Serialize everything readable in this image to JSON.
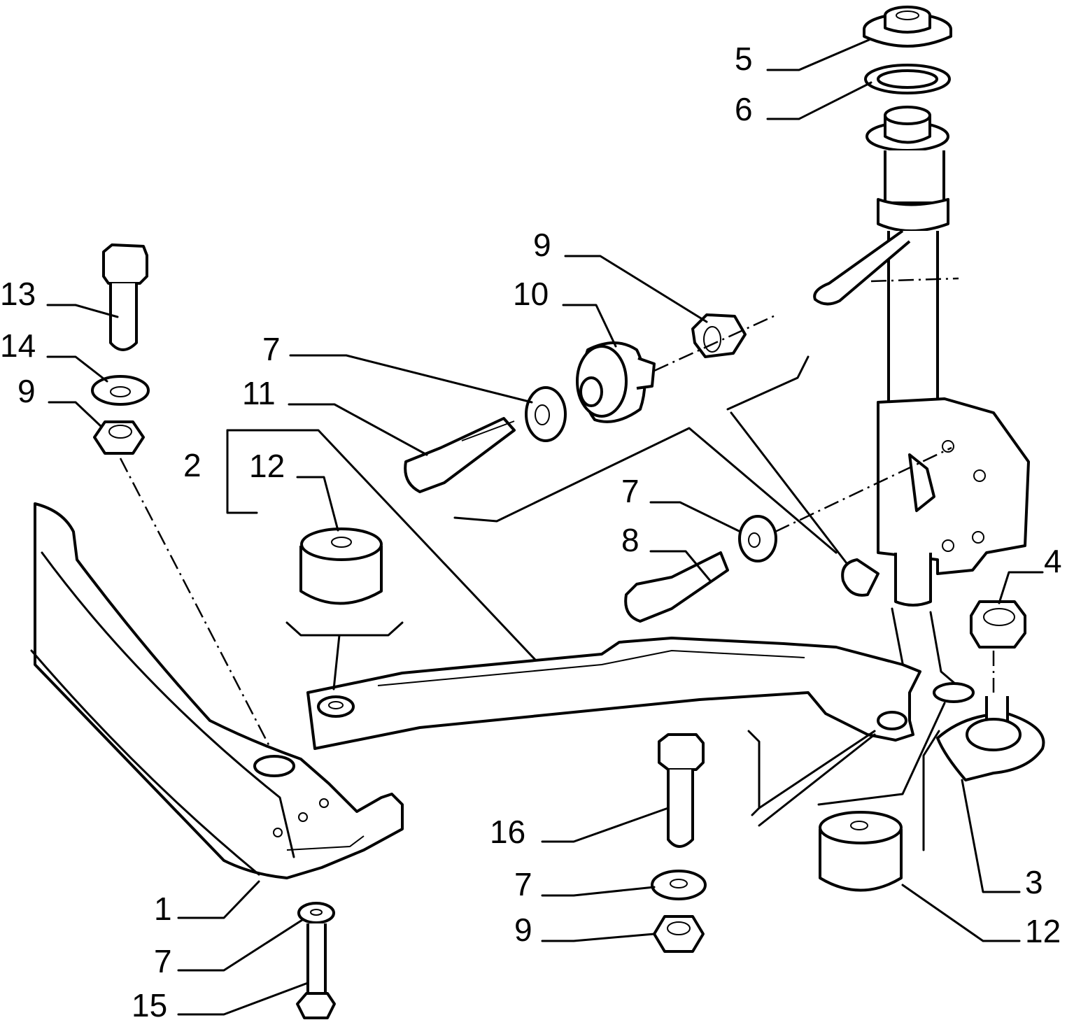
{
  "diagram": {
    "callouts": [
      {
        "id": "c5",
        "label": "5"
      },
      {
        "id": "c6",
        "label": "6"
      },
      {
        "id": "c9a",
        "label": "9"
      },
      {
        "id": "c10",
        "label": "10"
      },
      {
        "id": "c13",
        "label": "13"
      },
      {
        "id": "c14",
        "label": "14"
      },
      {
        "id": "c9b",
        "label": "9"
      },
      {
        "id": "c7a",
        "label": "7"
      },
      {
        "id": "c11",
        "label": "11"
      },
      {
        "id": "c2",
        "label": "2"
      },
      {
        "id": "c12a",
        "label": "12"
      },
      {
        "id": "c7b",
        "label": "7"
      },
      {
        "id": "c8",
        "label": "8"
      },
      {
        "id": "c4",
        "label": "4"
      },
      {
        "id": "c16",
        "label": "16"
      },
      {
        "id": "c7c",
        "label": "7"
      },
      {
        "id": "c9c",
        "label": "9"
      },
      {
        "id": "c1",
        "label": "1"
      },
      {
        "id": "c7d",
        "label": "7"
      },
      {
        "id": "c15",
        "label": "15"
      },
      {
        "id": "c3",
        "label": "3"
      },
      {
        "id": "c12b",
        "label": "12"
      }
    ]
  }
}
